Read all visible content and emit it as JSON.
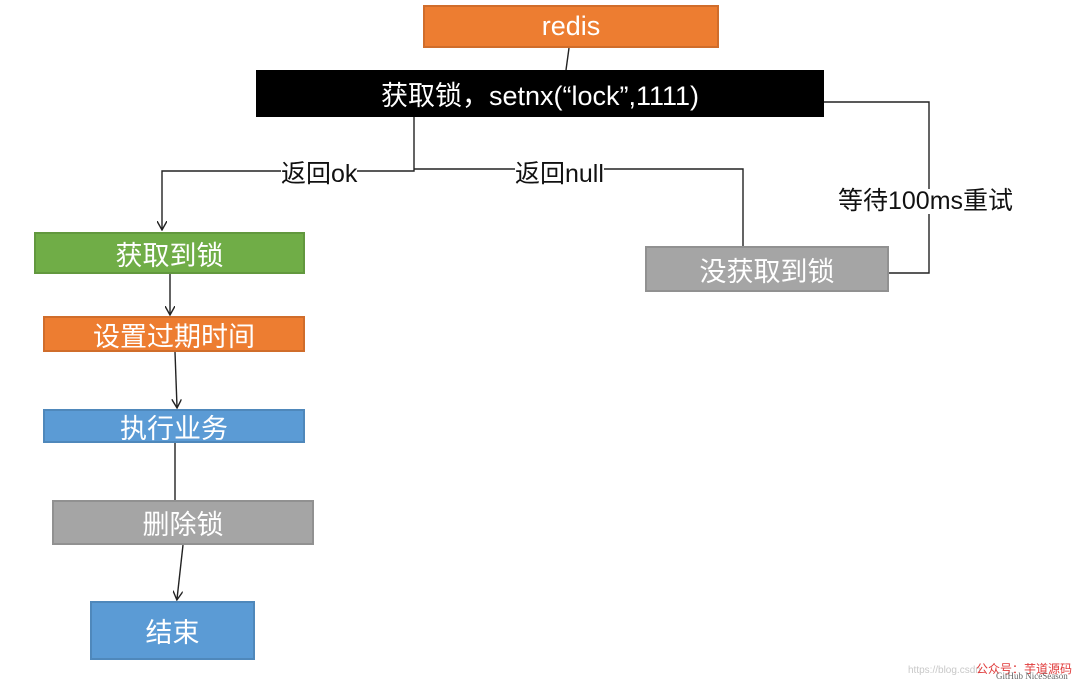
{
  "colors": {
    "orange": "#ED7D31",
    "black": "#000000",
    "green": "#70AD47",
    "blue": "#5B9BD5",
    "gray": "#A5A5A5",
    "line": "#222222"
  },
  "nodes": {
    "redis": "redis",
    "acquire": "获取锁，setnx(“lock”,1111)",
    "got_lock": "获取到锁",
    "set_expire": "设置过期时间",
    "do_business": "执行业务",
    "delete_lock": "删除锁",
    "end": "结束",
    "no_lock": "没获取到锁"
  },
  "edges": {
    "return_ok": "返回ok",
    "return_null": "返回null",
    "retry": "等待100ms重试"
  },
  "watermark": {
    "url": "https://blog.csdn",
    "wechat": "公众号：芋道源码",
    "github": "GitHub NiceSeason"
  }
}
